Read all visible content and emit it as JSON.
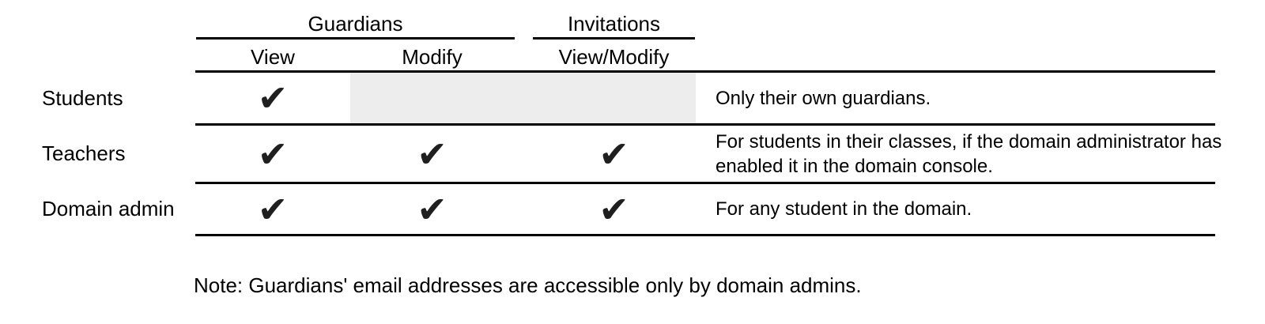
{
  "table": {
    "groups": [
      {
        "label": "Guardians"
      },
      {
        "label": "Invitations"
      }
    ],
    "columns": [
      {
        "label": "View",
        "group": "Guardians"
      },
      {
        "label": "Modify",
        "group": "Guardians"
      },
      {
        "label": "View/Modify",
        "group": "Invitations"
      }
    ],
    "check_glyph": "✔",
    "rows": [
      {
        "role": "Students",
        "permissions": {
          "view": true,
          "modify": false,
          "view_modify": false
        },
        "note": "Only their own guardians."
      },
      {
        "role": "Teachers",
        "permissions": {
          "view": true,
          "modify": true,
          "view_modify": true
        },
        "note": "For students in their classes, if the domain administrator has enabled it in the domain console."
      },
      {
        "role": "Domain admin",
        "permissions": {
          "view": true,
          "modify": true,
          "view_modify": true
        },
        "note": "For any student in the domain."
      }
    ]
  },
  "footnote": "Note: Guardians' email addresses are accessible only by domain admins.",
  "colors": {
    "text": "#000000",
    "rule": "#000000",
    "check": "#1f1f1f",
    "disabled_cell": "#ededed",
    "background": "#ffffff"
  }
}
